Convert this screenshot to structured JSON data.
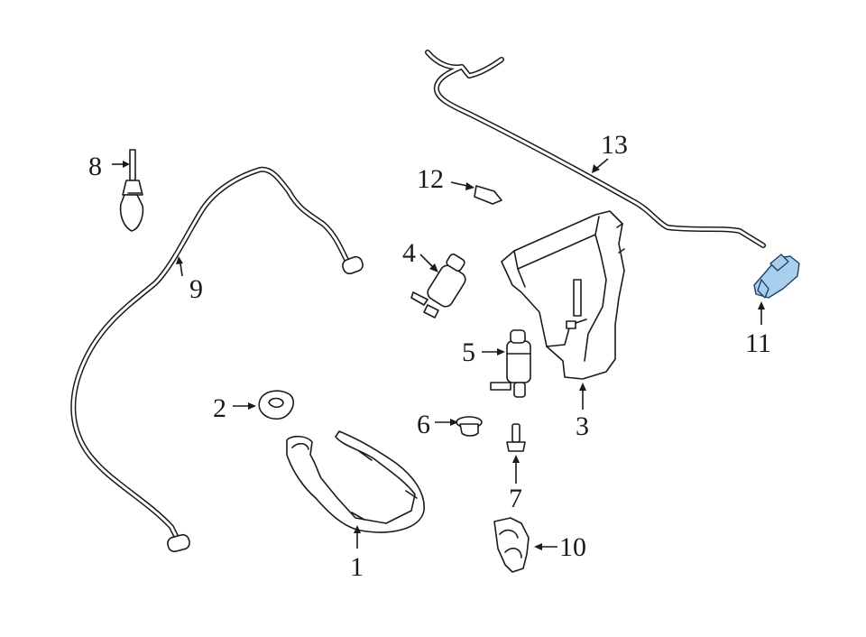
{
  "callouts": {
    "c1": "1",
    "c2": "2",
    "c3": "3",
    "c4": "4",
    "c5": "5",
    "c6": "6",
    "c7": "7",
    "c8": "8",
    "c9": "9",
    "c10": "10",
    "c11": "11",
    "c12": "12",
    "c13": "13"
  },
  "colors": {
    "line": "#1a1a1a",
    "highlight_fill": "#a9cfee",
    "highlight_stroke": "#1f3f66"
  },
  "highlighted_part": "11"
}
